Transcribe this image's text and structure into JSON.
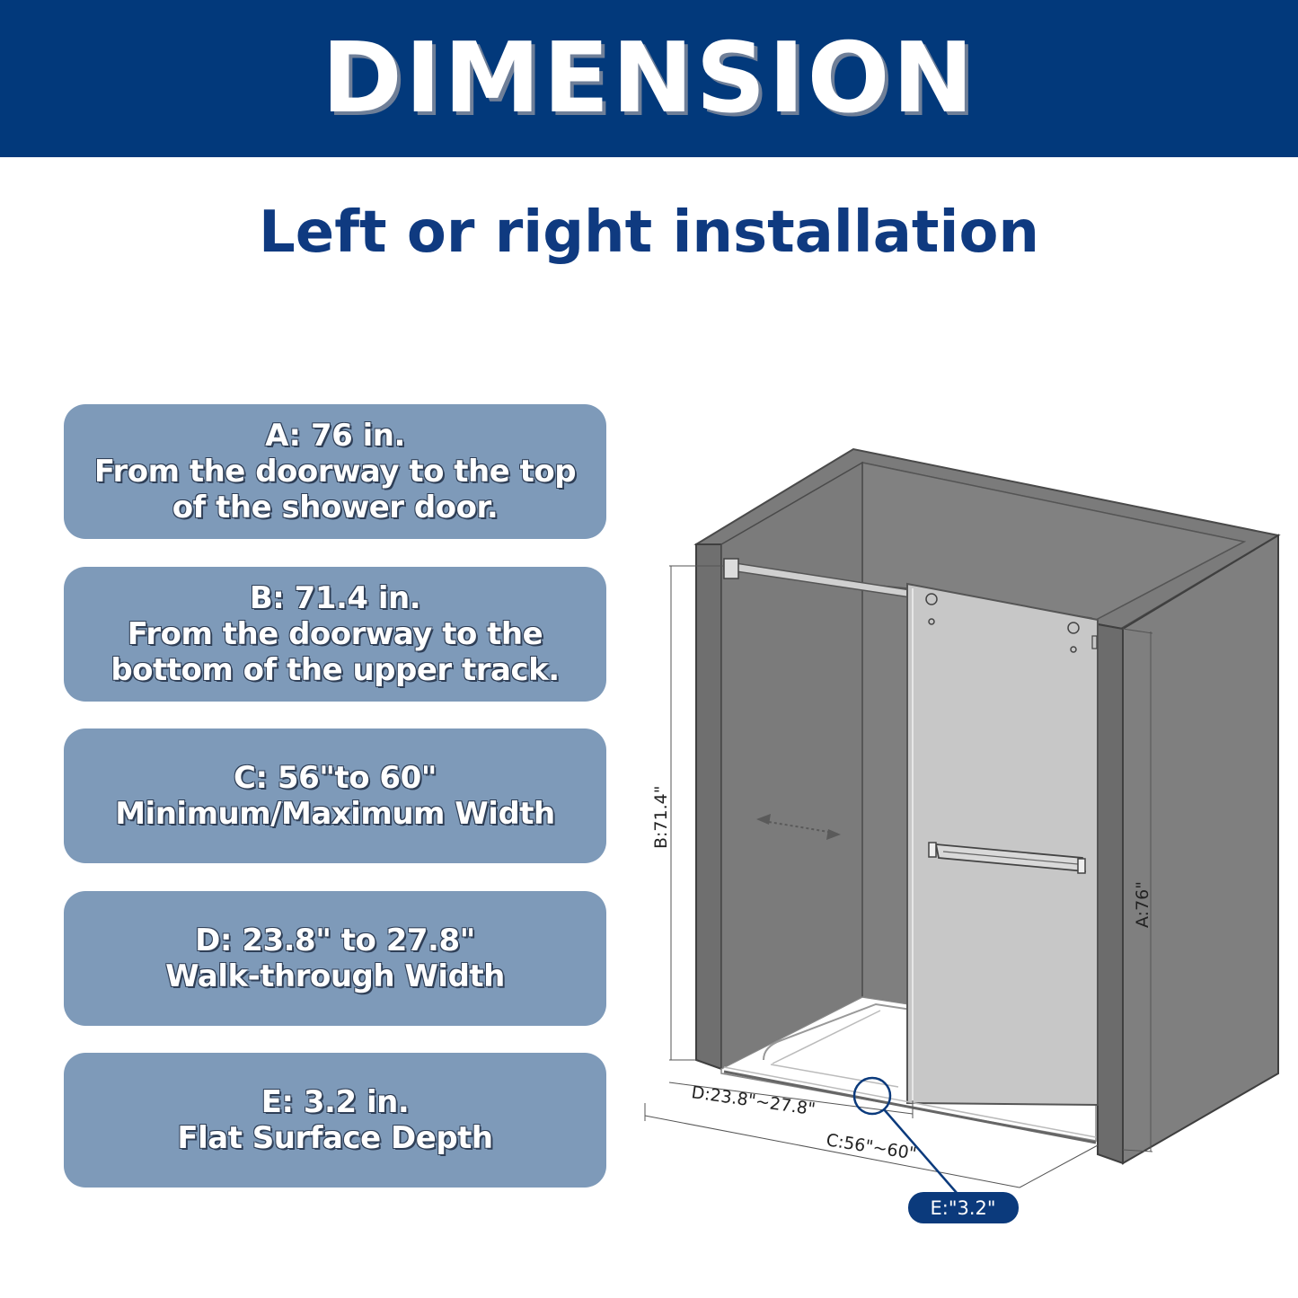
{
  "header": {
    "title": "DIMENSION"
  },
  "subtitle": "Left or right installation",
  "specs": [
    {
      "lines": [
        "A: 76 in.",
        "From the doorway to the top",
        "of the shower door."
      ]
    },
    {
      "lines": [
        "B: 71.4 in.",
        "From the doorway to the",
        "bottom of  the upper track."
      ]
    },
    {
      "lines": [
        "C: 56\"to 60\"",
        "Minimum/Maximum Width"
      ]
    },
    {
      "lines": [
        "D:  23.8\" to 27.8\"",
        "Walk-through Width"
      ]
    },
    {
      "lines": [
        "E:  3.2 in.",
        "Flat Surface Depth"
      ]
    }
  ],
  "diagram": {
    "label_a": "A:76\"",
    "label_b": "B:71.4\"",
    "label_c": "C:56\"~60\"",
    "label_d": "D:23.8\"~27.8\"",
    "label_e": "E:\"3.2\""
  },
  "colors": {
    "header_bg": "#02397b",
    "subtitle": "#0f3a80",
    "card_bg": "#7e9ab9",
    "enclosure": "#7d7d7d",
    "glass": "#c6c6c6",
    "badge": "#0b3a7c"
  }
}
